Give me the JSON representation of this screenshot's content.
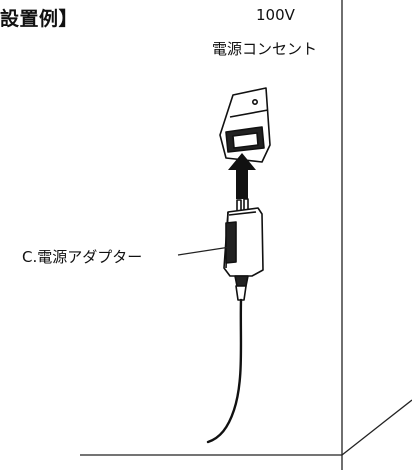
{
  "diagram": {
    "heading": "設置例】",
    "voltage_label": "100V",
    "outlet_label": "電源コンセント",
    "adapter_label": "C.電源アダプター"
  }
}
